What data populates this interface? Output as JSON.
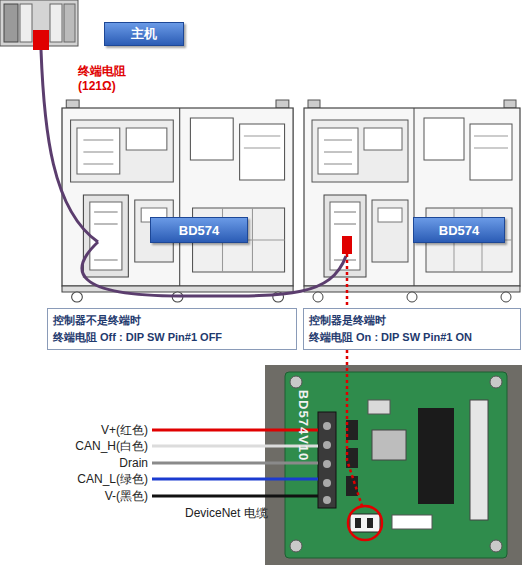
{
  "diagram": {
    "nodes": [
      {
        "text": [
          "主机"
        ]
      },
      {
        "text": [
          "BD574"
        ]
      },
      {
        "text": [
          "BD574"
        ]
      },
      {
        "text": [
          "控制器不是终端时",
          "终端电阻 Off : DIP SW Pin#1 OFF"
        ]
      },
      {
        "text": [
          "控制器是终端时",
          "终端电阻 On : DIP SW Pin#1 ON"
        ]
      }
    ],
    "labels": [
      "终端电阻 (121Ω)",
      "BD574V10",
      "V+(红色)",
      "CAN_H(白色)",
      "Drain",
      "CAN_L(绿色)",
      "V-(黑色)",
      "DeviceNet 电缆"
    ]
  }
}
